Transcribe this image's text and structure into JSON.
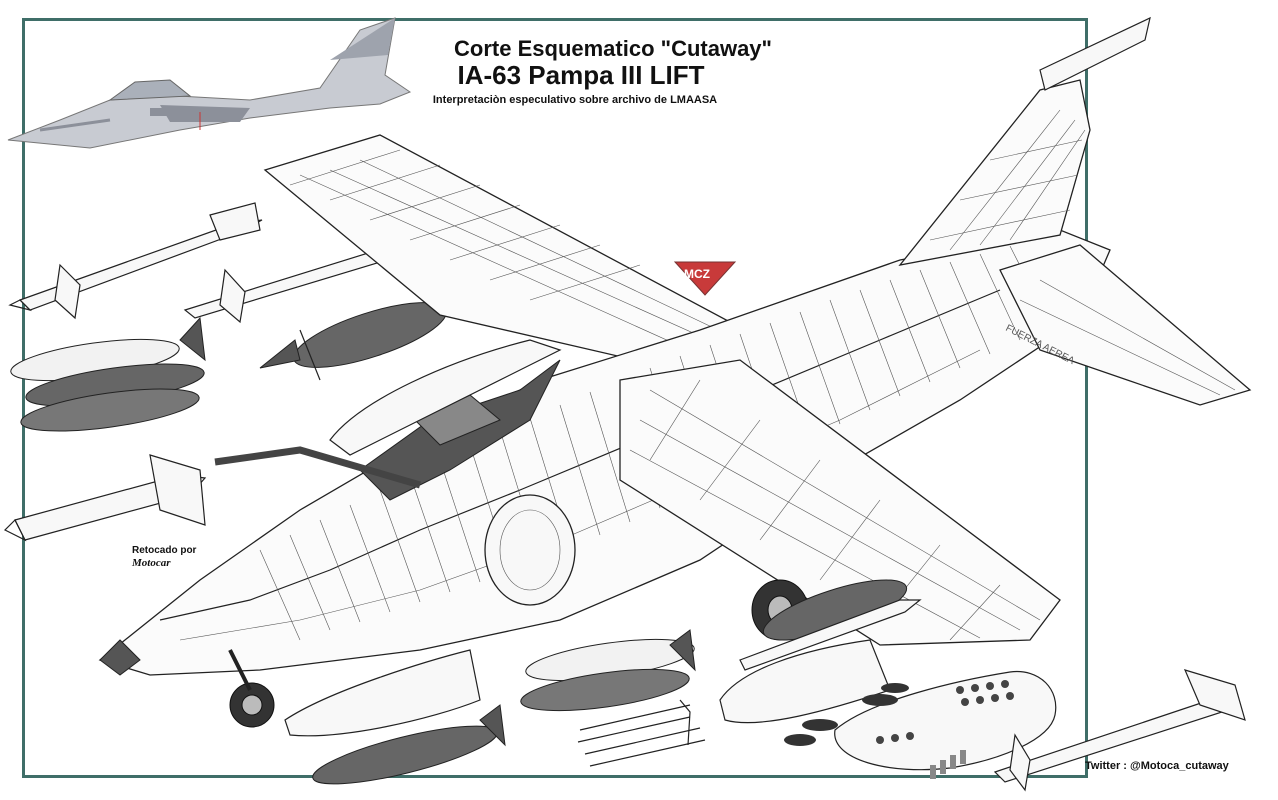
{
  "header": {
    "title_line1": "Corte Esquematico \"Cutaway\"",
    "title_line2": "IA-63 Pampa III LIFT",
    "subtitle": "Interpretaciòn especulativo sobre archivo de LMAASA"
  },
  "credits": {
    "retouched_by": "Retocado por",
    "signature": "Motocar",
    "twitter": "Twitter : @Motoca_cutaway"
  },
  "labels": {
    "tail_marking": "FUERZA AEREA",
    "logo_text": "MCZ"
  },
  "colors": {
    "frame": "#3f6e68",
    "ink": "#222222",
    "camo_light": "#c8cbd2",
    "camo_dark": "#8c909a"
  }
}
